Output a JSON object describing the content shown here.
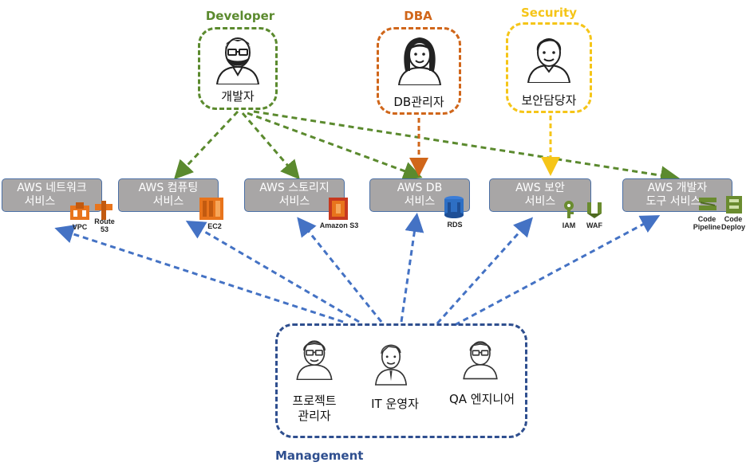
{
  "colors": {
    "developer": "#5b8a2e",
    "dba": "#d0661a",
    "security": "#f5c518",
    "management": "#2f4f8f",
    "arrow_blue": "#4472c4",
    "service_fill": "#a8a6a6",
    "service_border": "#4a6fa5",
    "aws_orange": "#e8741c",
    "aws_blue": "#2e6fc4",
    "aws_green": "#6a8c2f"
  },
  "roles": {
    "developer": {
      "title": "Developer",
      "label": "개발자"
    },
    "dba": {
      "title": "DBA",
      "label": "DB관리자"
    },
    "security": {
      "title": "Security",
      "label": "보안담당자"
    }
  },
  "services": [
    {
      "line1": "AWS 네트워크",
      "line2": "서비스",
      "icons": [
        "VPC",
        "Route 53"
      ]
    },
    {
      "line1": "AWS 컴퓨팅",
      "line2": "서비스",
      "icons": [
        "EC2"
      ]
    },
    {
      "line1": "AWS 스토리지",
      "line2": "서비스",
      "icons": [
        "Amazon S3"
      ]
    },
    {
      "line1": "AWS DB",
      "line2": "서비스",
      "icons": [
        "RDS"
      ]
    },
    {
      "line1": "AWS 보안",
      "line2": "서비스",
      "icons": [
        "IAM",
        "WAF"
      ]
    },
    {
      "line1": "AWS 개발자",
      "line2": "도구 서비스",
      "icons": [
        "Code Pipeline",
        "Code Deploy"
      ]
    }
  ],
  "management": {
    "title": "Management",
    "members": [
      "프로젝트\n관리자",
      "IT 운영자",
      "QA 엔지니어"
    ]
  }
}
